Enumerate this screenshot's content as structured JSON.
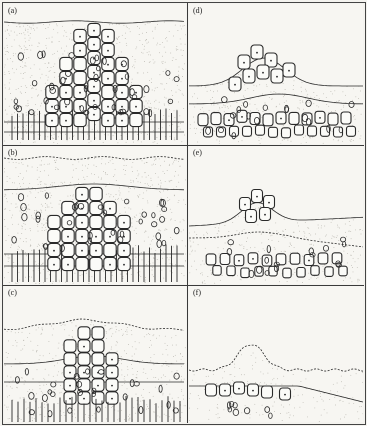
{
  "figure": {
    "panels": [
      {
        "id": "a",
        "label": "(a)"
      },
      {
        "id": "d",
        "label": "(d)"
      },
      {
        "id": "b",
        "label": "(b)"
      },
      {
        "id": "e",
        "label": "(e)"
      },
      {
        "id": "c",
        "label": "(c)"
      },
      {
        "id": "f",
        "label": "(f)"
      }
    ],
    "colors": {
      "ink": "#2a2a2a",
      "paper": "#f7f6f2",
      "stipple": "#b8b6ae"
    }
  }
}
